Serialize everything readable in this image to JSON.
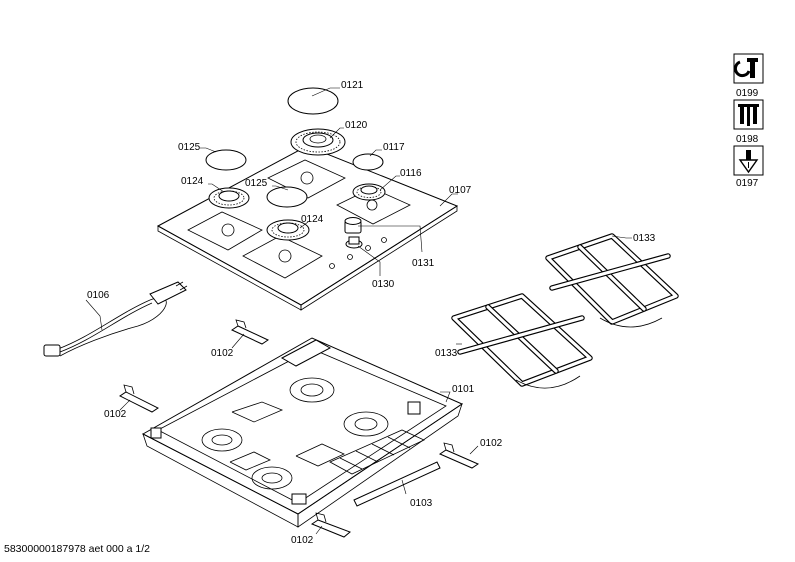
{
  "labels": {
    "p0121": "0121",
    "p0120": "0120",
    "p0125a": "0125",
    "p0117": "0117",
    "p0124a": "0124",
    "p0125b": "0125",
    "p0116": "0116",
    "p0107": "0107",
    "p0124b": "0124",
    "p0131": "0131",
    "p0130": "0130",
    "p0133a": "0133",
    "p0133b": "0133",
    "p0106": "0106",
    "p0102a": "0102",
    "p0102b": "0102",
    "p0101": "0101",
    "p0102c": "0102",
    "p0103": "0103",
    "p0102d": "0102"
  },
  "legend": {
    "p0199": "0199",
    "p0198": "0198",
    "p0197": "0197",
    "icons": [
      "wrench-icon",
      "tools-icon",
      "screwdriver-icon"
    ]
  },
  "footer": "58300000187978 aet 000 a 1/2"
}
